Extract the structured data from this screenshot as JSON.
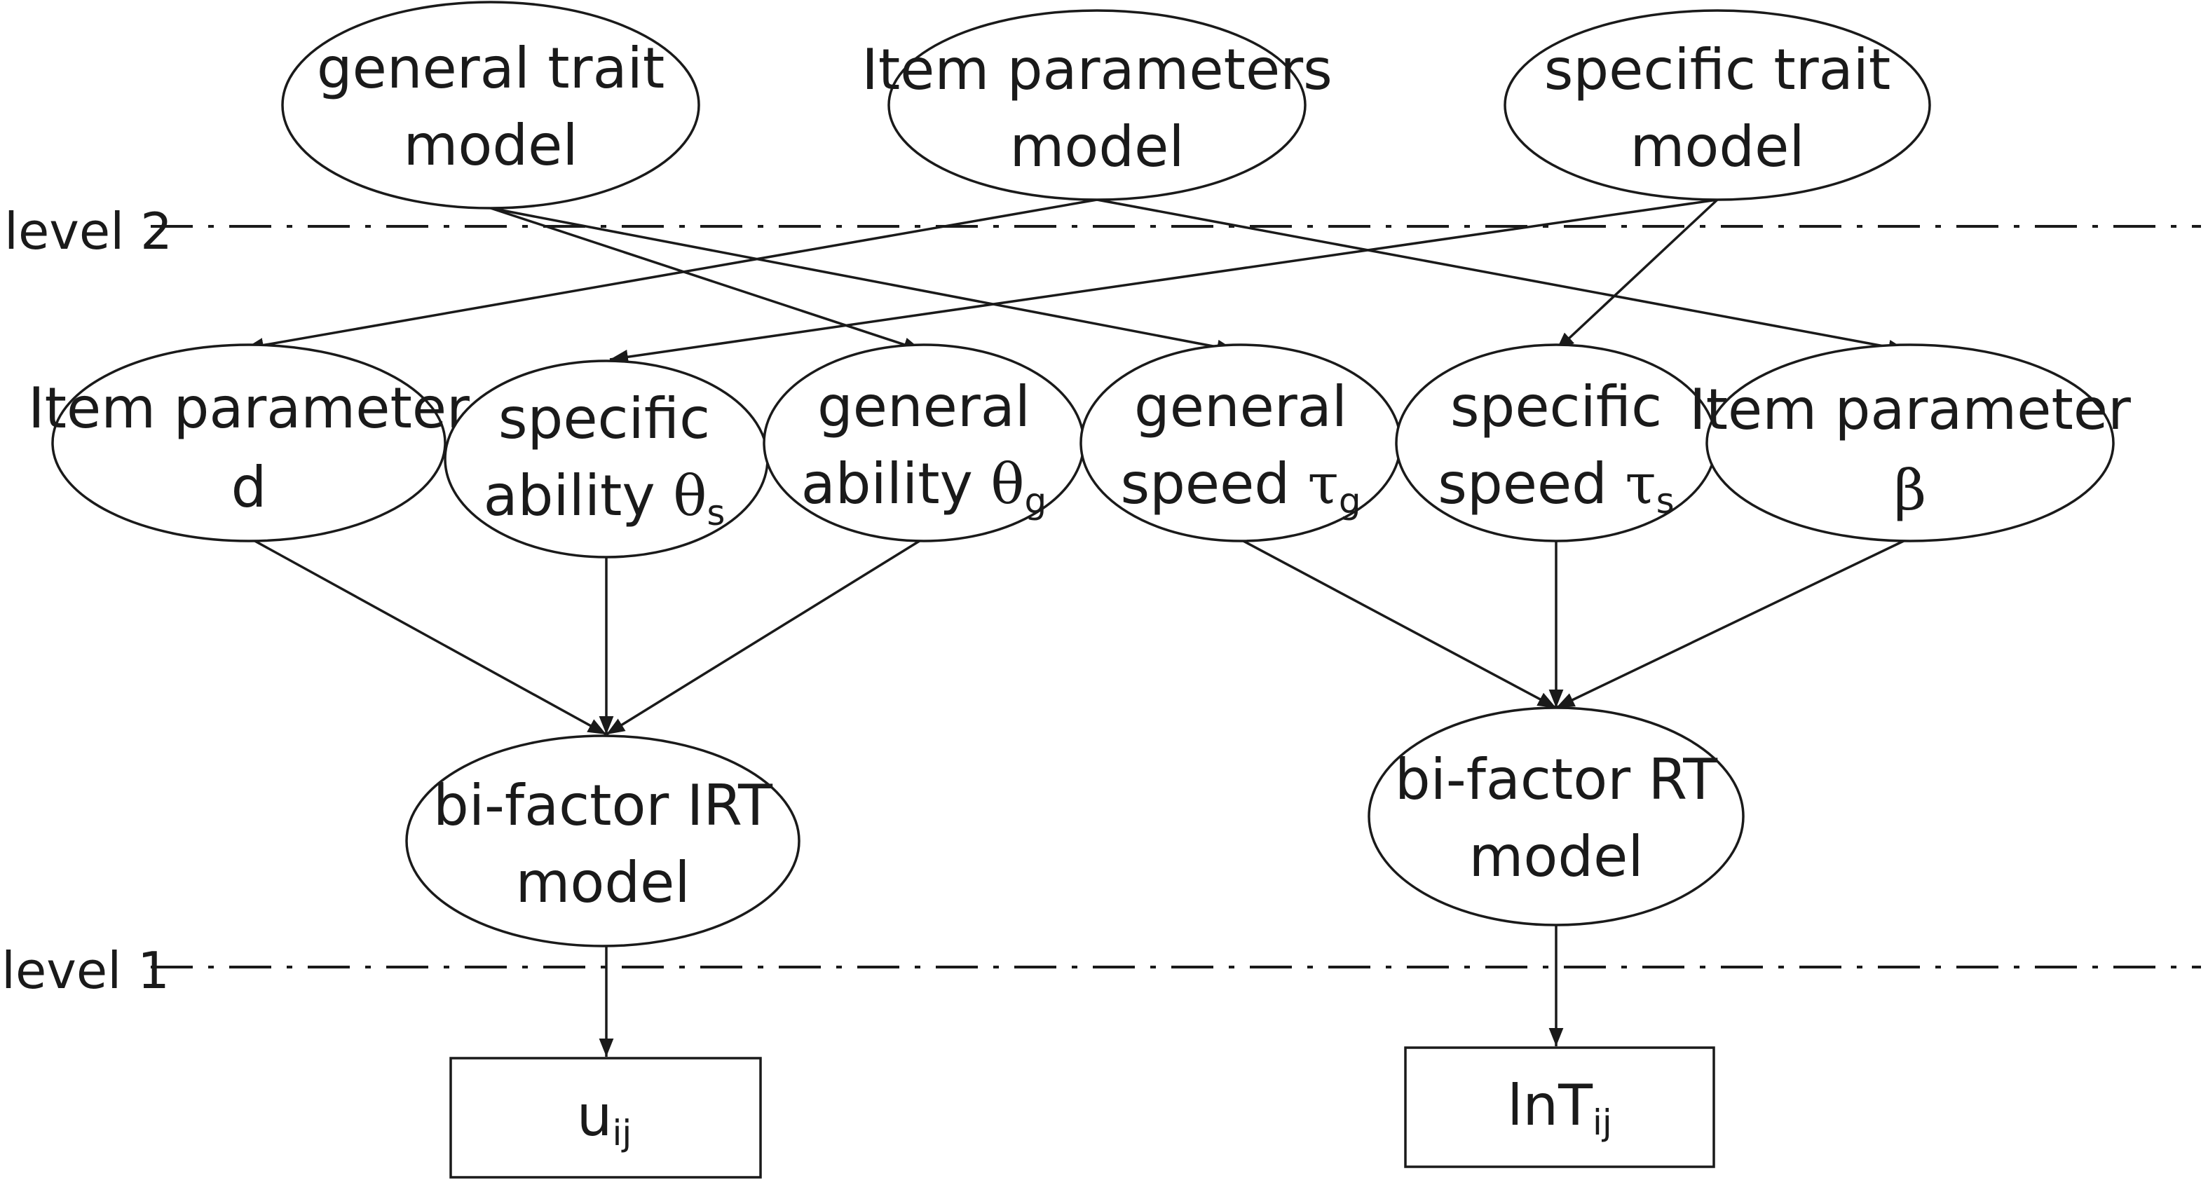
{
  "levels": {
    "level2": "level 2",
    "level1": "level 1"
  },
  "nodes": {
    "general_trait_model": {
      "lines": [
        "general trait",
        "model"
      ]
    },
    "item_parameters_model": {
      "lines": [
        "Item parameters",
        "model"
      ]
    },
    "specific_trait_model": {
      "lines": [
        "specific trait",
        "model"
      ]
    },
    "item_parameter_d": {
      "lines": [
        "Item parameter",
        "d"
      ]
    },
    "specific_ability": {
      "line1": "specific",
      "line2": "ability ",
      "symbol": "θ",
      "subscript": "s"
    },
    "general_ability": {
      "line1": "general",
      "line2": "ability ",
      "symbol": "θ",
      "subscript": "g"
    },
    "general_speed": {
      "line1": "general",
      "line2": "speed ",
      "symbol": "τ",
      "subscript": "g"
    },
    "specific_speed": {
      "line1": "specific",
      "line2": "speed ",
      "symbol": "τ",
      "subscript": "s"
    },
    "item_parameter_beta": {
      "lines": [
        "Item parameter",
        "β"
      ]
    },
    "bifactor_irt_model": {
      "lines": [
        "bi-factor IRT",
        "model"
      ]
    },
    "bifactor_rt_model": {
      "lines": [
        "bi-factor RT",
        "model"
      ]
    },
    "response_u": {
      "base": "u",
      "subscript": "ij"
    },
    "log_response_time": {
      "base": "lnT",
      "subscript": "ij"
    }
  }
}
